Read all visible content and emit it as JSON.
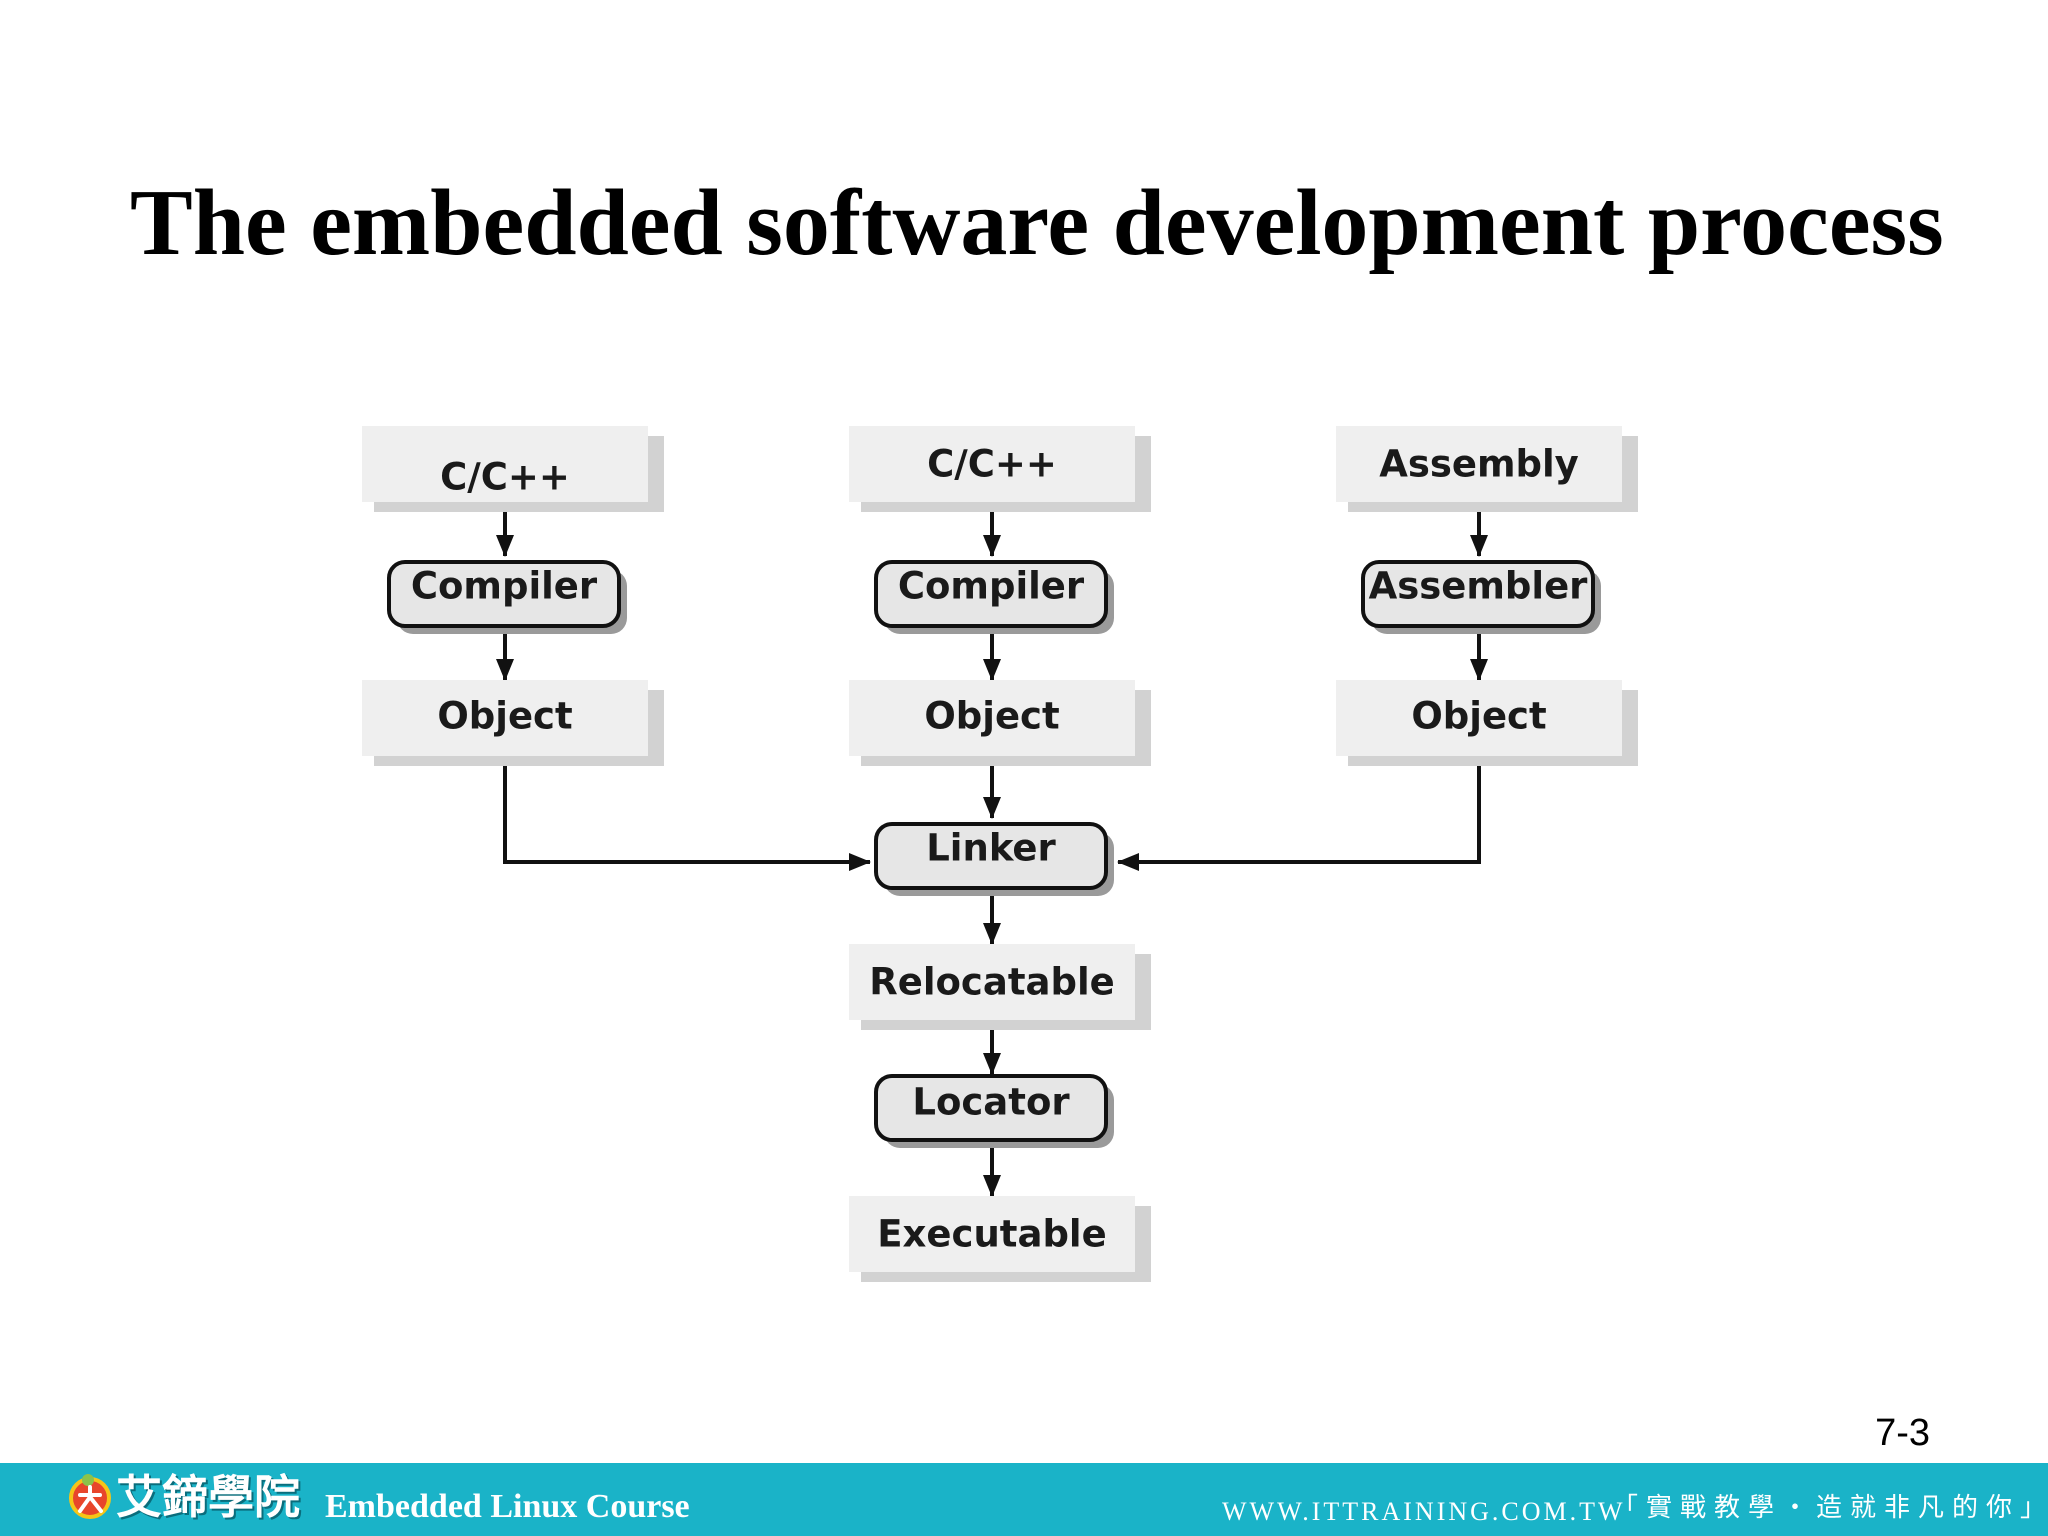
{
  "slide": {
    "title": "The embedded software development process",
    "page_number": "7-3"
  },
  "diagram": {
    "nodes": {
      "source_left": "C/C++",
      "compiler_left": "Compiler",
      "object_left": "Object",
      "source_middle": "C/C++",
      "compiler_middle": "Compiler",
      "object_middle": "Object",
      "source_right": "Assembly",
      "assembler_right": "Assembler",
      "object_right": "Object",
      "linker": "Linker",
      "relocatable": "Relocatable",
      "locator": "Locator",
      "executable": "Executable"
    }
  },
  "footer": {
    "brand": "艾鍗學院",
    "course": "Embedded Linux Course",
    "website": "WWW.ITTRAINING.COM.TW",
    "slogan": "「實戰教學・造就非凡的你」"
  },
  "colors": {
    "footer_bar": "#1ab3c8",
    "file_box": "#efefef",
    "tool_box": "#e6e6e6"
  }
}
